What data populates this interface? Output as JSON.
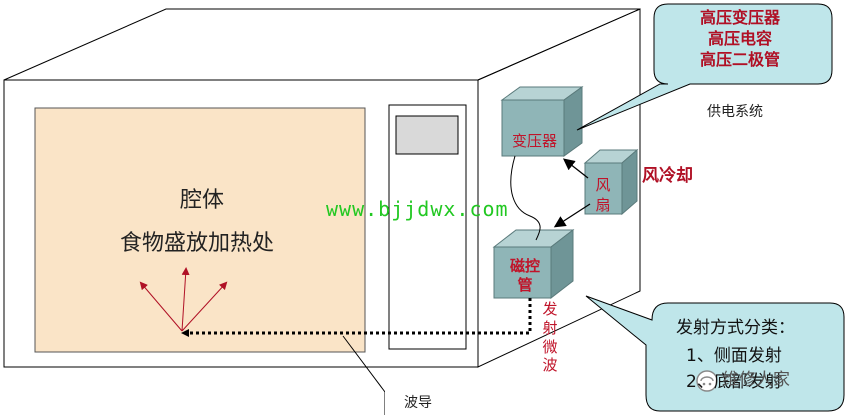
{
  "cavity": {
    "title": "腔体",
    "food": "食物盛放加热处"
  },
  "watermark": "www.bjjdwx.com",
  "components": {
    "transformer": "变压器",
    "fan": "风扇",
    "magnetron": "磁控管",
    "air_cooling": "风冷却",
    "emit_microwave": "发射微波",
    "waveguide": "波导",
    "power_supply": "供电系统"
  },
  "hv_callout": [
    "高压变压器",
    "高压电容",
    "高压二极管"
  ],
  "method_callout": {
    "title": "发射方式分类：",
    "items": [
      "1、侧面发射",
      "2、底部发射"
    ]
  },
  "brand": "维修人家",
  "colors": {
    "callout_fill": "#bfe6ea",
    "cavity_fill": "#fae4c7",
    "box_fill": "#8fb5b7",
    "label_red": "#c0142a"
  }
}
